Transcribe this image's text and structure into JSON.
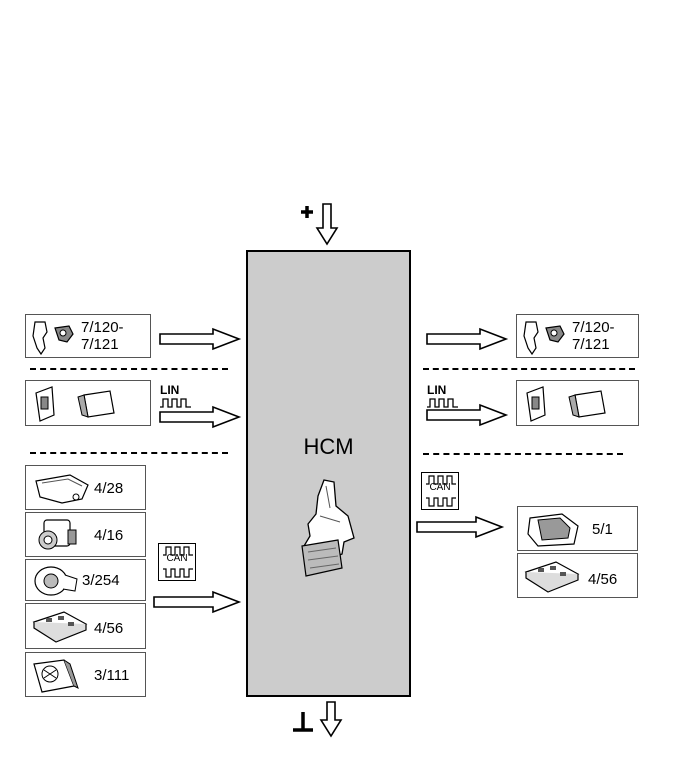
{
  "hcm": {
    "label": "HCM"
  },
  "inputs_left": {
    "top": {
      "line1": "7/120-",
      "line2": "7/121"
    },
    "can_devices": [
      {
        "label": "4/28"
      },
      {
        "label": "4/16"
      },
      {
        "label": "3/254"
      },
      {
        "label": "4/56"
      },
      {
        "label": "3/111"
      }
    ]
  },
  "outputs_right": {
    "top": {
      "line1": "7/120-",
      "line2": "7/121"
    },
    "can_devices": [
      {
        "label": "5/1"
      },
      {
        "label": "4/56"
      }
    ]
  },
  "bus": {
    "lin": "LIN",
    "can": "CAN"
  },
  "power": {
    "plus": "+",
    "ground": "⊥"
  }
}
